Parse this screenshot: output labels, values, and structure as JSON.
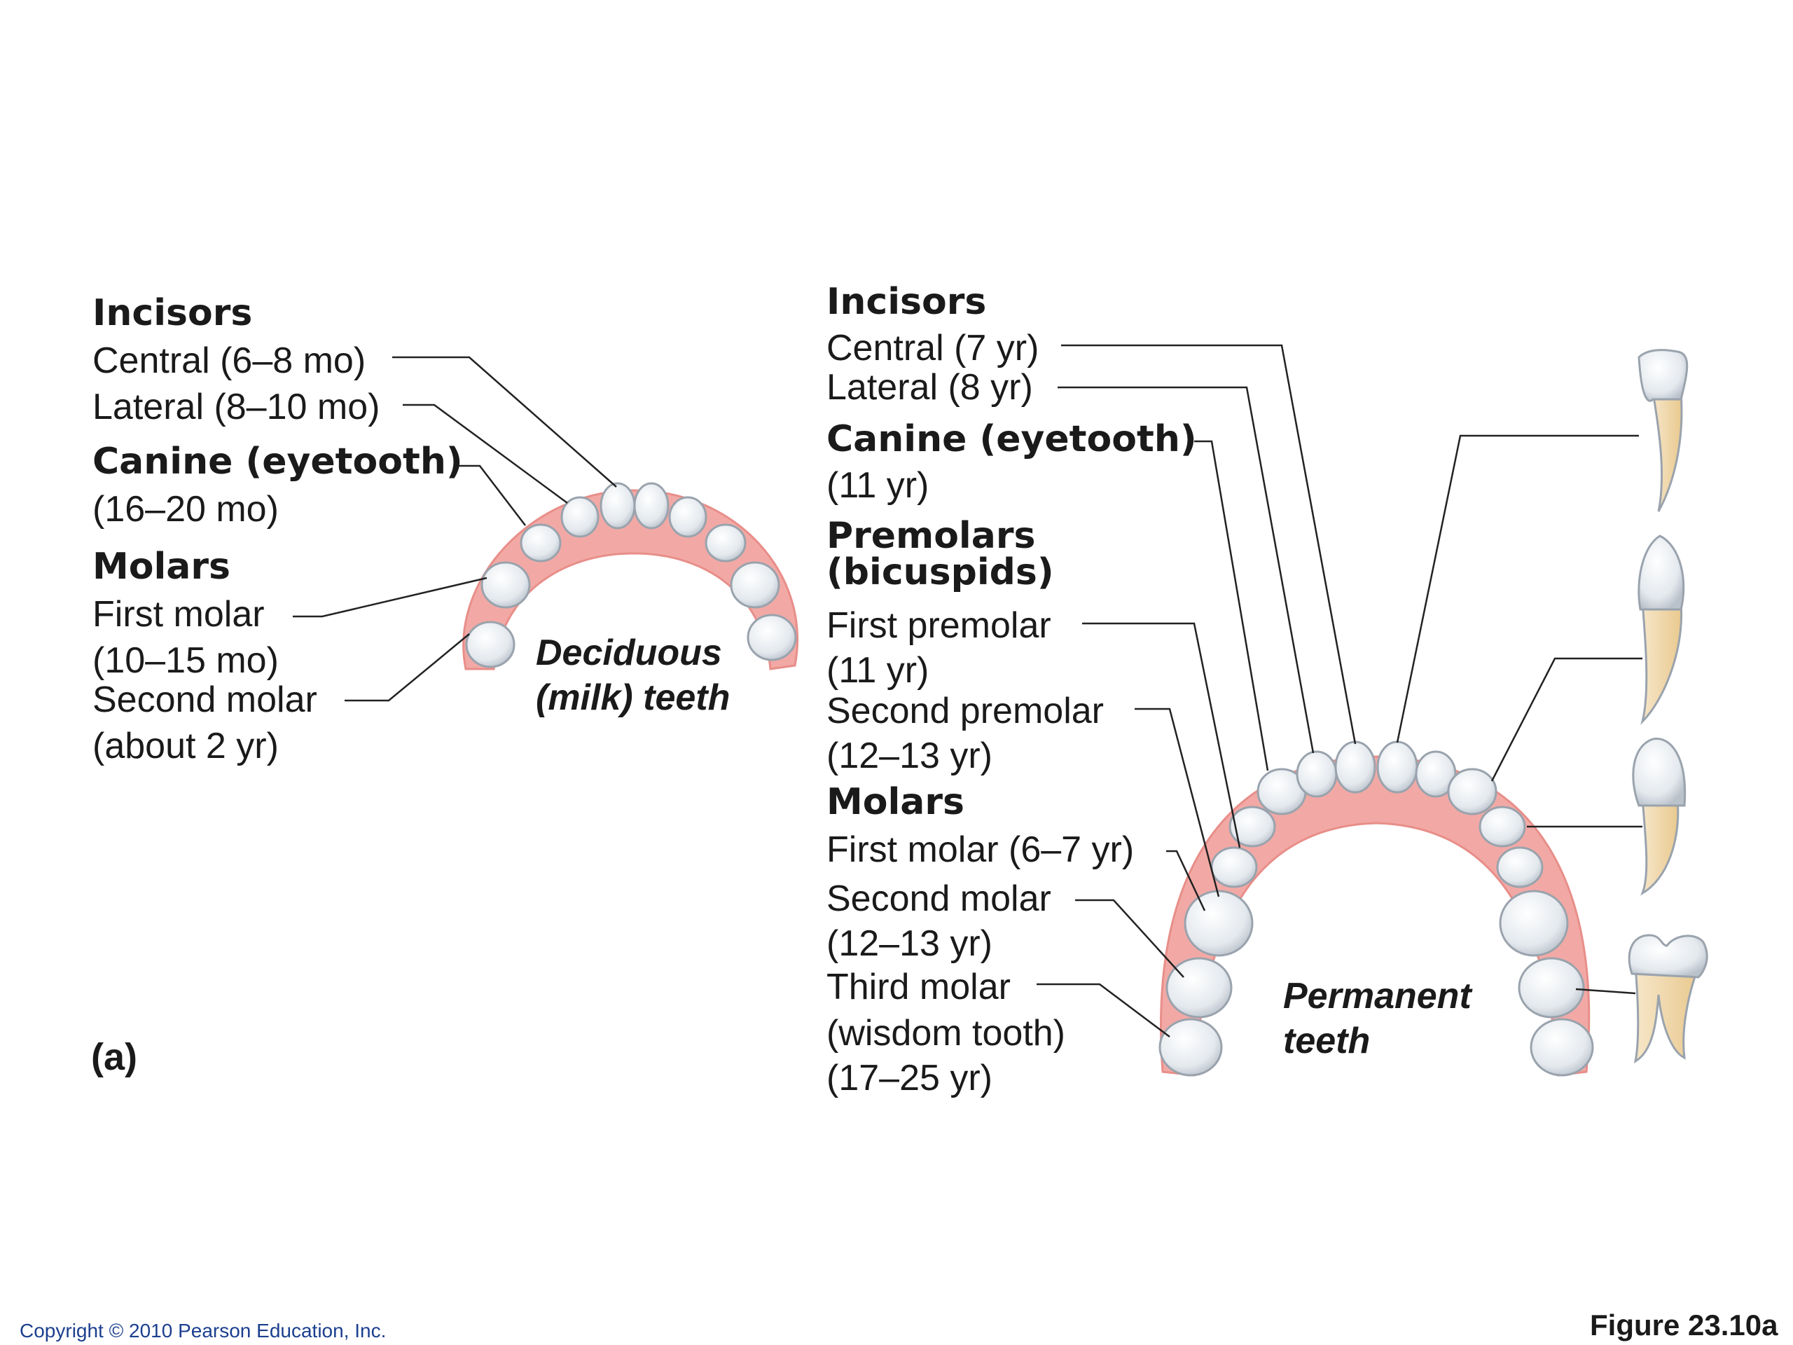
{
  "deciduous": {
    "incisors_heading": "Incisors",
    "central": "Central (6–8 mo)",
    "lateral": "Lateral (8–10 mo)",
    "canine_heading": "Canine (eyetooth)",
    "canine_age": "(16–20 mo)",
    "molars_heading": "Molars",
    "first_molar": "First molar",
    "first_molar_age": "(10–15 mo)",
    "second_molar": "Second molar",
    "second_molar_age": "(about 2 yr)",
    "caption_line1": "Deciduous",
    "caption_line2": "(milk) teeth"
  },
  "permanent": {
    "incisors_heading": "Incisors",
    "central": "Central (7 yr)",
    "lateral": "Lateral (8 yr)",
    "canine_heading": "Canine (eyetooth)",
    "canine_age": "(11 yr)",
    "premolars_heading_line1": "Premolars",
    "premolars_heading_line2": "(bicuspids)",
    "first_premolar": "First premolar",
    "first_premolar_age": "(11 yr)",
    "second_premolar": "Second premolar",
    "second_premolar_age": "(12–13 yr)",
    "molars_heading": "Molars",
    "first_molar": "First molar (6–7 yr)",
    "second_molar": "Second molar",
    "second_molar_age": "(12–13 yr)",
    "third_molar": "Third molar",
    "third_molar_note": "(wisdom tooth)",
    "third_molar_age": "(17–25 yr)",
    "caption_line1": "Permanent",
    "caption_line2": "teeth"
  },
  "panel_label": "(a)",
  "copyright": "Copyright © 2010 Pearson Education, Inc.",
  "figure_label": "Figure 23.10a",
  "colors": {
    "gum": "#f2a9a5",
    "gum_inner": "#f7c6c2",
    "tooth": "#e9edf1",
    "tooth_edge": "#9aa3ad",
    "root": "#f3dcb4",
    "leader": "#222222",
    "copyright_text": "#1c3f8f"
  }
}
